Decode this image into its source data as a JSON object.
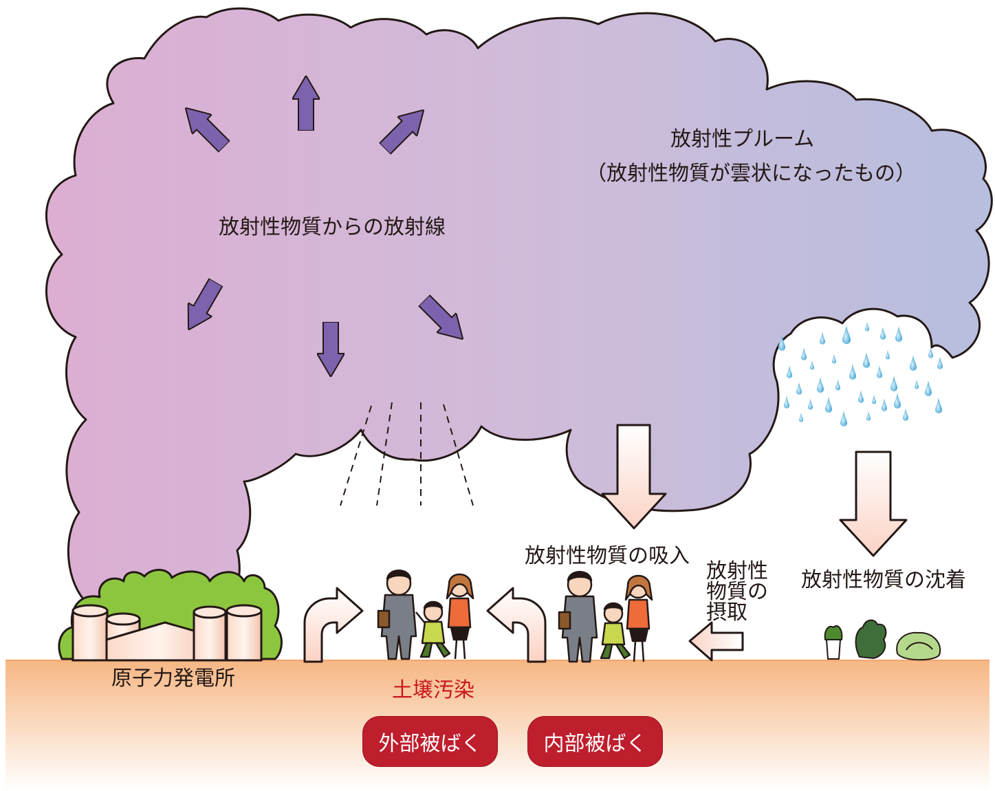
{
  "labels": {
    "plume_title": "放射性プルーム",
    "plume_note": "（放射性物質が雲状になったもの）",
    "radiation": "放射性物質からの放射線",
    "inhalation": "放射性物質の吸入",
    "ingestion_1": "放射性",
    "ingestion_2": "物質の",
    "ingestion_3": "摂取",
    "deposition": "放射性物質の沈着",
    "power_plant": "原子力発電所",
    "soil": "土壌汚染"
  },
  "badges": {
    "external": "外部被ばく",
    "internal": "内部被ばく"
  },
  "colors": {
    "cloud_left": "#dcaed2",
    "cloud_right": "#b7bede",
    "ray_arrow": "#7d62ad",
    "flow_arrow": "#fde2d8",
    "ground_top": "#f6b784",
    "ground_bottom": "#ffffff",
    "badge": "#bf1e2d",
    "soil_text": "#c8161d",
    "rain": "#5bb3da",
    "trees": "#8cc63f"
  }
}
